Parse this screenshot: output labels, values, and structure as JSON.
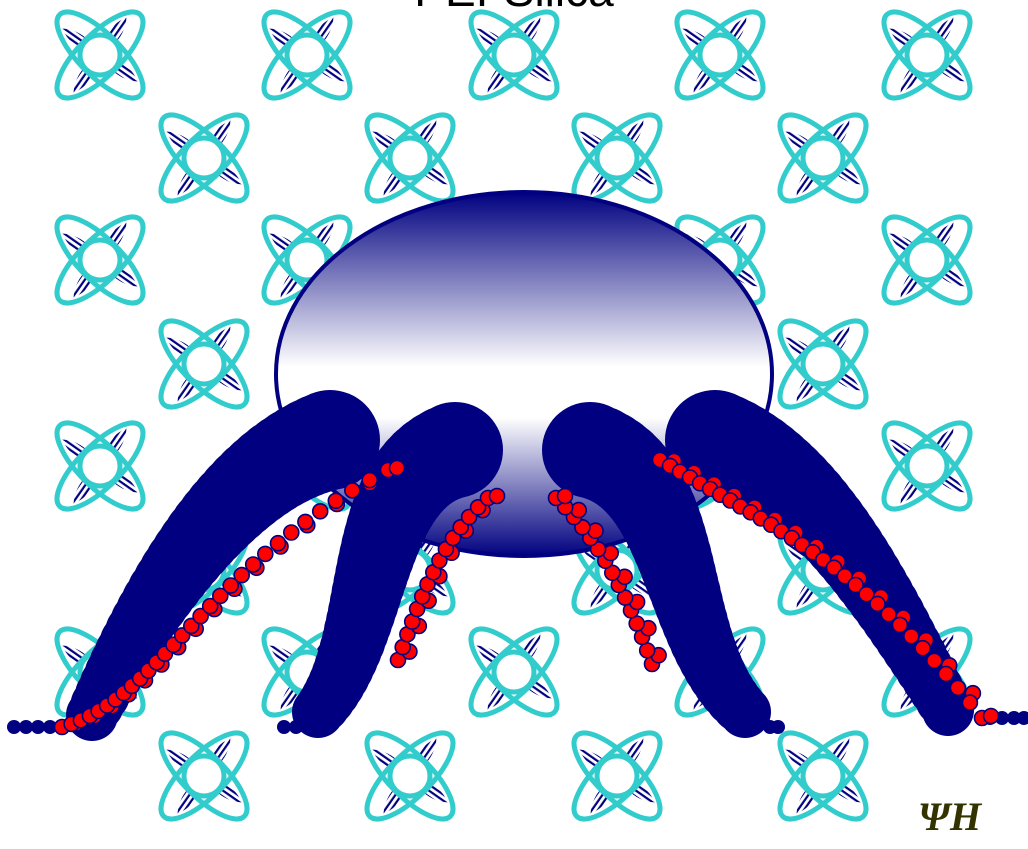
{
  "title": "PEI-Silica",
  "signature": "ΨH",
  "colors": {
    "lattice_stroke": "#33cccc",
    "hatch": "#000080",
    "particle_top": "#000080",
    "particle_bottom": "#ffffff",
    "polymer": "#000080",
    "amine_beads": "#ff0000",
    "signature": "#333300"
  },
  "icons": {
    "lattice_unit": "siloxane-lattice-unit",
    "particle": "silica-particle-ellipse",
    "polymer": "pei-polymer-chain",
    "bead": "amine-group-bead"
  }
}
